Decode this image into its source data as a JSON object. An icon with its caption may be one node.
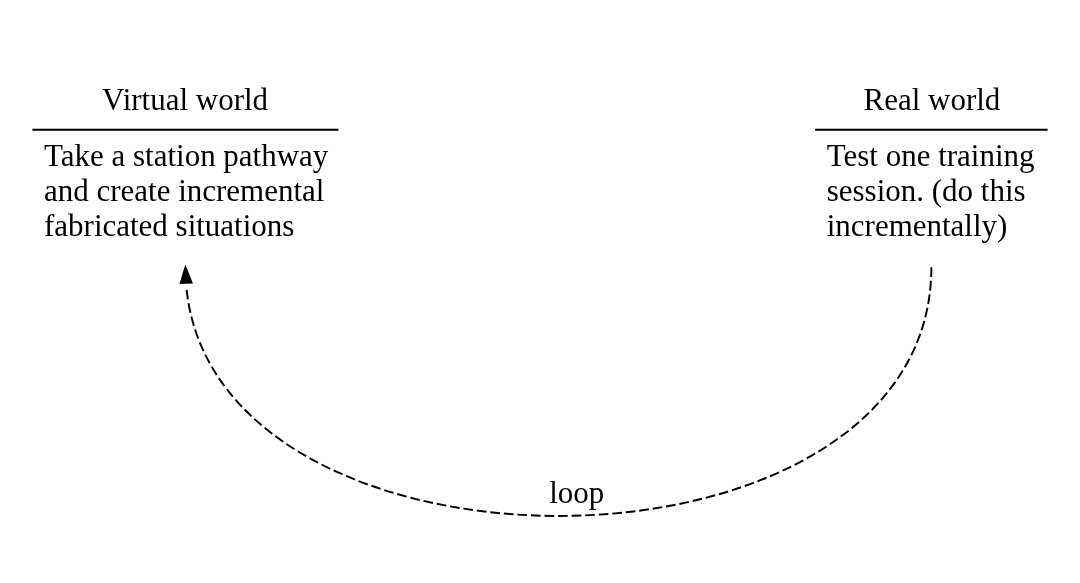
{
  "diagram": {
    "nodes": [
      {
        "text": [
          "Virtual world",
          "Take a station pathway and create incremental fabricated situations"
        ]
      },
      {
        "text": [
          "Real world",
          "Test one training session. (do this incrementally)"
        ]
      }
    ],
    "edges": [
      {
        "from": 1,
        "to": 0,
        "arrow": "to",
        "style": "dashed",
        "label": "loop"
      }
    ]
  }
}
